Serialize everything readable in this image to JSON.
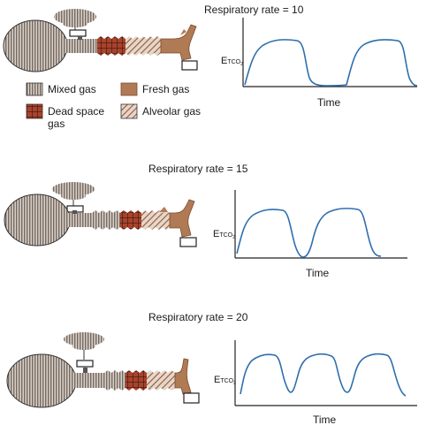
{
  "legend": {
    "mixed": "Mixed gas",
    "fresh": "Fresh gas",
    "dead_line1": "Dead space",
    "dead_line2": "gas",
    "alveolar": "Alveolar gas"
  },
  "colors": {
    "mixed_fill": "#d8cfc6",
    "mixed_stripe": "#4a3f38",
    "fresh": "#b07a55",
    "dead_fill": "#a8432c",
    "dead_grid": "#3a140c",
    "alveolar_fill": "#e8d6c8",
    "alveolar_stripe": "#8a5a40",
    "trace": "#2f6fae"
  },
  "panels": [
    {
      "title": "Respiratory rate = 10",
      "ylabel_main": "E",
      "ylabel_sub": "TCO",
      "ylabel_subsub": "2",
      "xlabel": "Time",
      "waveform": {
        "breaths": 2
      }
    },
    {
      "title": "Respiratory rate = 15",
      "ylabel_main": "E",
      "ylabel_sub": "TCO",
      "ylabel_subsub": "2",
      "xlabel": "Time",
      "waveform": {
        "breaths": 2
      }
    },
    {
      "title": "Respiratory rate = 20",
      "ylabel_main": "E",
      "ylabel_sub": "TCO",
      "ylabel_subsub": "2",
      "xlabel": "Time",
      "waveform": {
        "breaths": 3
      }
    }
  ]
}
